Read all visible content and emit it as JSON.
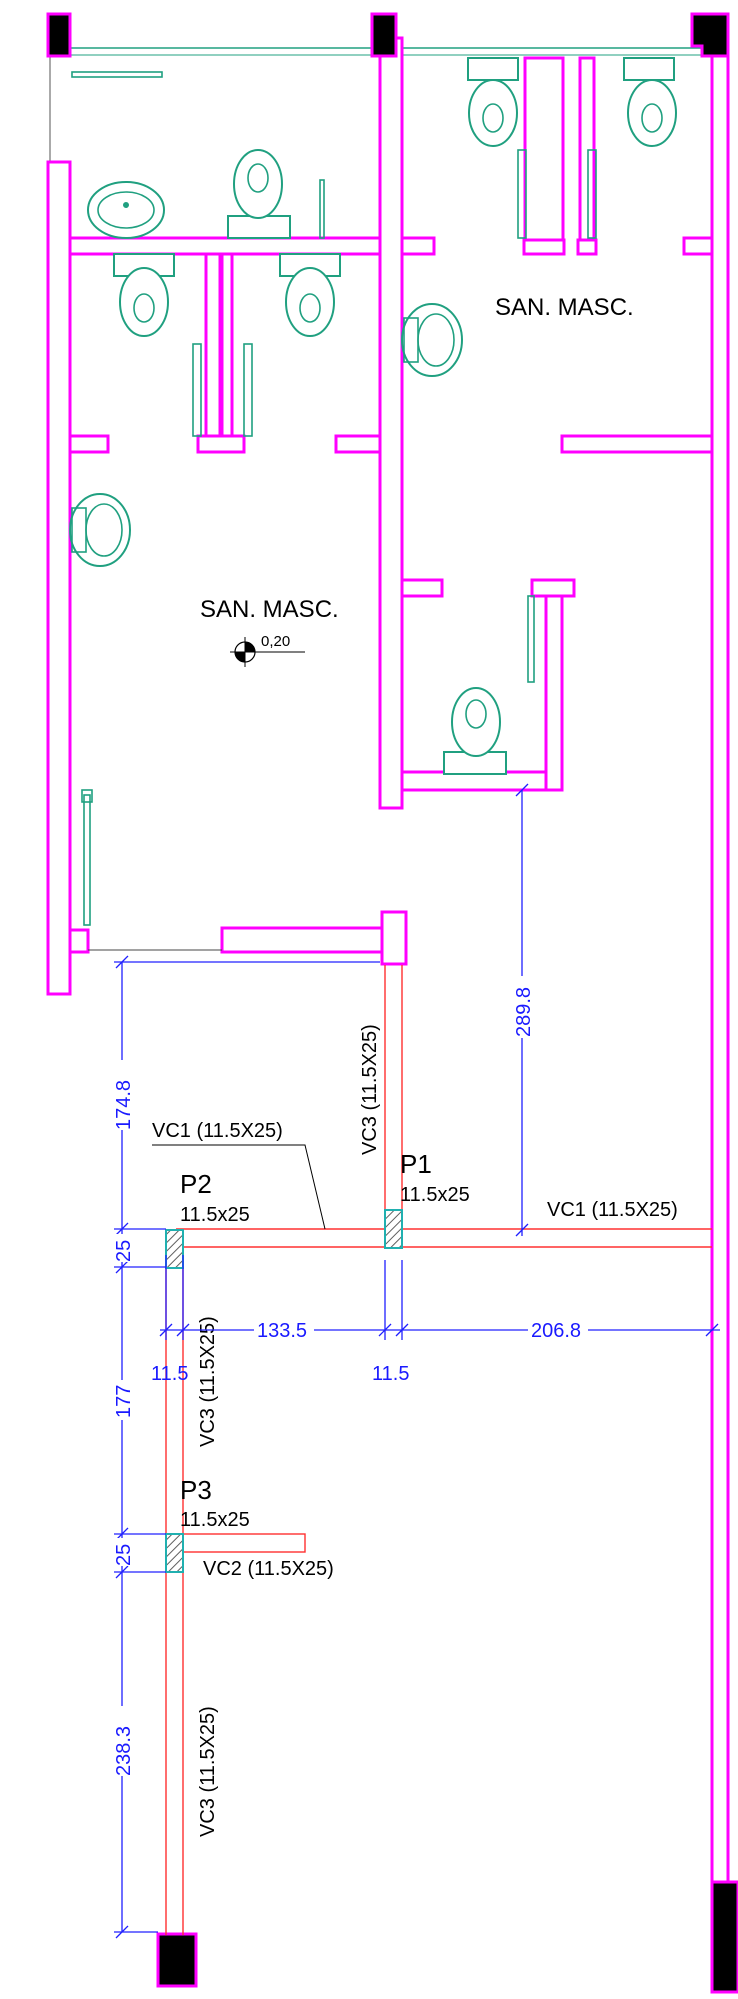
{
  "rooms": {
    "upper_right": "SAN. MASC.",
    "left": "SAN. MASC."
  },
  "level_mark": "0,20",
  "pillars": {
    "p1": {
      "name": "P1",
      "size": "11.5x25"
    },
    "p2": {
      "name": "P2",
      "size": "11.5x25"
    },
    "p3": {
      "name": "P3",
      "size": "11.5x25"
    }
  },
  "beams": {
    "vc1_left": "VC1 (11.5X25)",
    "vc1_right": "VC1 (11.5X25)",
    "vc3_top": "VC3 (11.5X25)",
    "vc3_mid": "VC3 (11.5X25)",
    "vc3_bottom": "VC3 (11.5X25)",
    "vc2": "VC2 (11.5X25)"
  },
  "dimensions": {
    "d_174_8": "174.8",
    "d_25_a": "25",
    "d_177": "177",
    "d_25_b": "25",
    "d_238_3": "238.3",
    "d_289_8": "289.8",
    "d_133_5": "133.5",
    "d_206_8": "206.8",
    "d_11_5_a": "11.5",
    "d_11_5_b": "11.5"
  },
  "colors": {
    "walls": "#ff00ff",
    "fixtures": "#20a080",
    "beams": "#ff3030",
    "dimensions": "#2020ff",
    "columns": "#000000"
  }
}
